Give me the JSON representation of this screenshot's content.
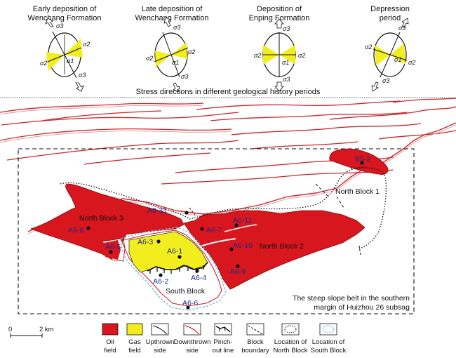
{
  "stress_panels": [
    {
      "title_lines": [
        "Early deposition of",
        "Wenchang Formation"
      ],
      "labels": [
        "σ3",
        "σ2",
        "σ1",
        "σ2",
        "σ3"
      ]
    },
    {
      "title_lines": [
        "Late deposition of",
        "Wenchang Formation"
      ],
      "labels": [
        "σ3",
        "σ2",
        "σ1",
        "σ2",
        "σ3"
      ]
    },
    {
      "title_lines": [
        "Deposition of",
        "Enping Formation"
      ],
      "labels": [
        "σ3",
        "σ2",
        "σ1",
        "σ2",
        "σ3"
      ]
    },
    {
      "title_lines": [
        "Depression",
        "period"
      ],
      "labels": [
        "σ3",
        "σ2",
        "σ1",
        "σ2",
        "σ3"
      ]
    }
  ],
  "stress_caption": "Stress directions in different geological history periods",
  "blocks": {
    "north1": "North Block 1",
    "north2": "North Block 2",
    "north3": "North Block 3",
    "south": "South Block"
  },
  "wells": [
    "A6-31",
    "A6-8",
    "A6-5",
    "A6-3",
    "A6-1",
    "A6-2",
    "A6-4",
    "A6-6",
    "A6-7",
    "A6-11",
    "A6-10",
    "A6-9",
    "B5-2"
  ],
  "note_lines": [
    "The steep slope belt in the southern",
    "margin of Huizhou 26 subsag"
  ],
  "scale": {
    "zero": "0",
    "label": "2 km"
  },
  "legend": [
    {
      "lines": [
        "Oil",
        "field"
      ]
    },
    {
      "lines": [
        "Gas",
        "field"
      ]
    },
    {
      "lines": [
        "Upthrown",
        "side"
      ]
    },
    {
      "lines": [
        "Downthrown",
        "side"
      ]
    },
    {
      "lines": [
        "Pinch-",
        "out line"
      ]
    },
    {
      "lines": [
        "Block",
        "boundary"
      ]
    },
    {
      "lines": [
        "Location of",
        "North Block"
      ]
    },
    {
      "lines": [
        "Location of",
        "South Block"
      ]
    }
  ],
  "colors": {
    "oil": "#d7161e",
    "gas": "#f2ee1e",
    "fault": "#c9262c",
    "well_label": "#1a2a8a",
    "south_outline": "#7fb6dc"
  }
}
